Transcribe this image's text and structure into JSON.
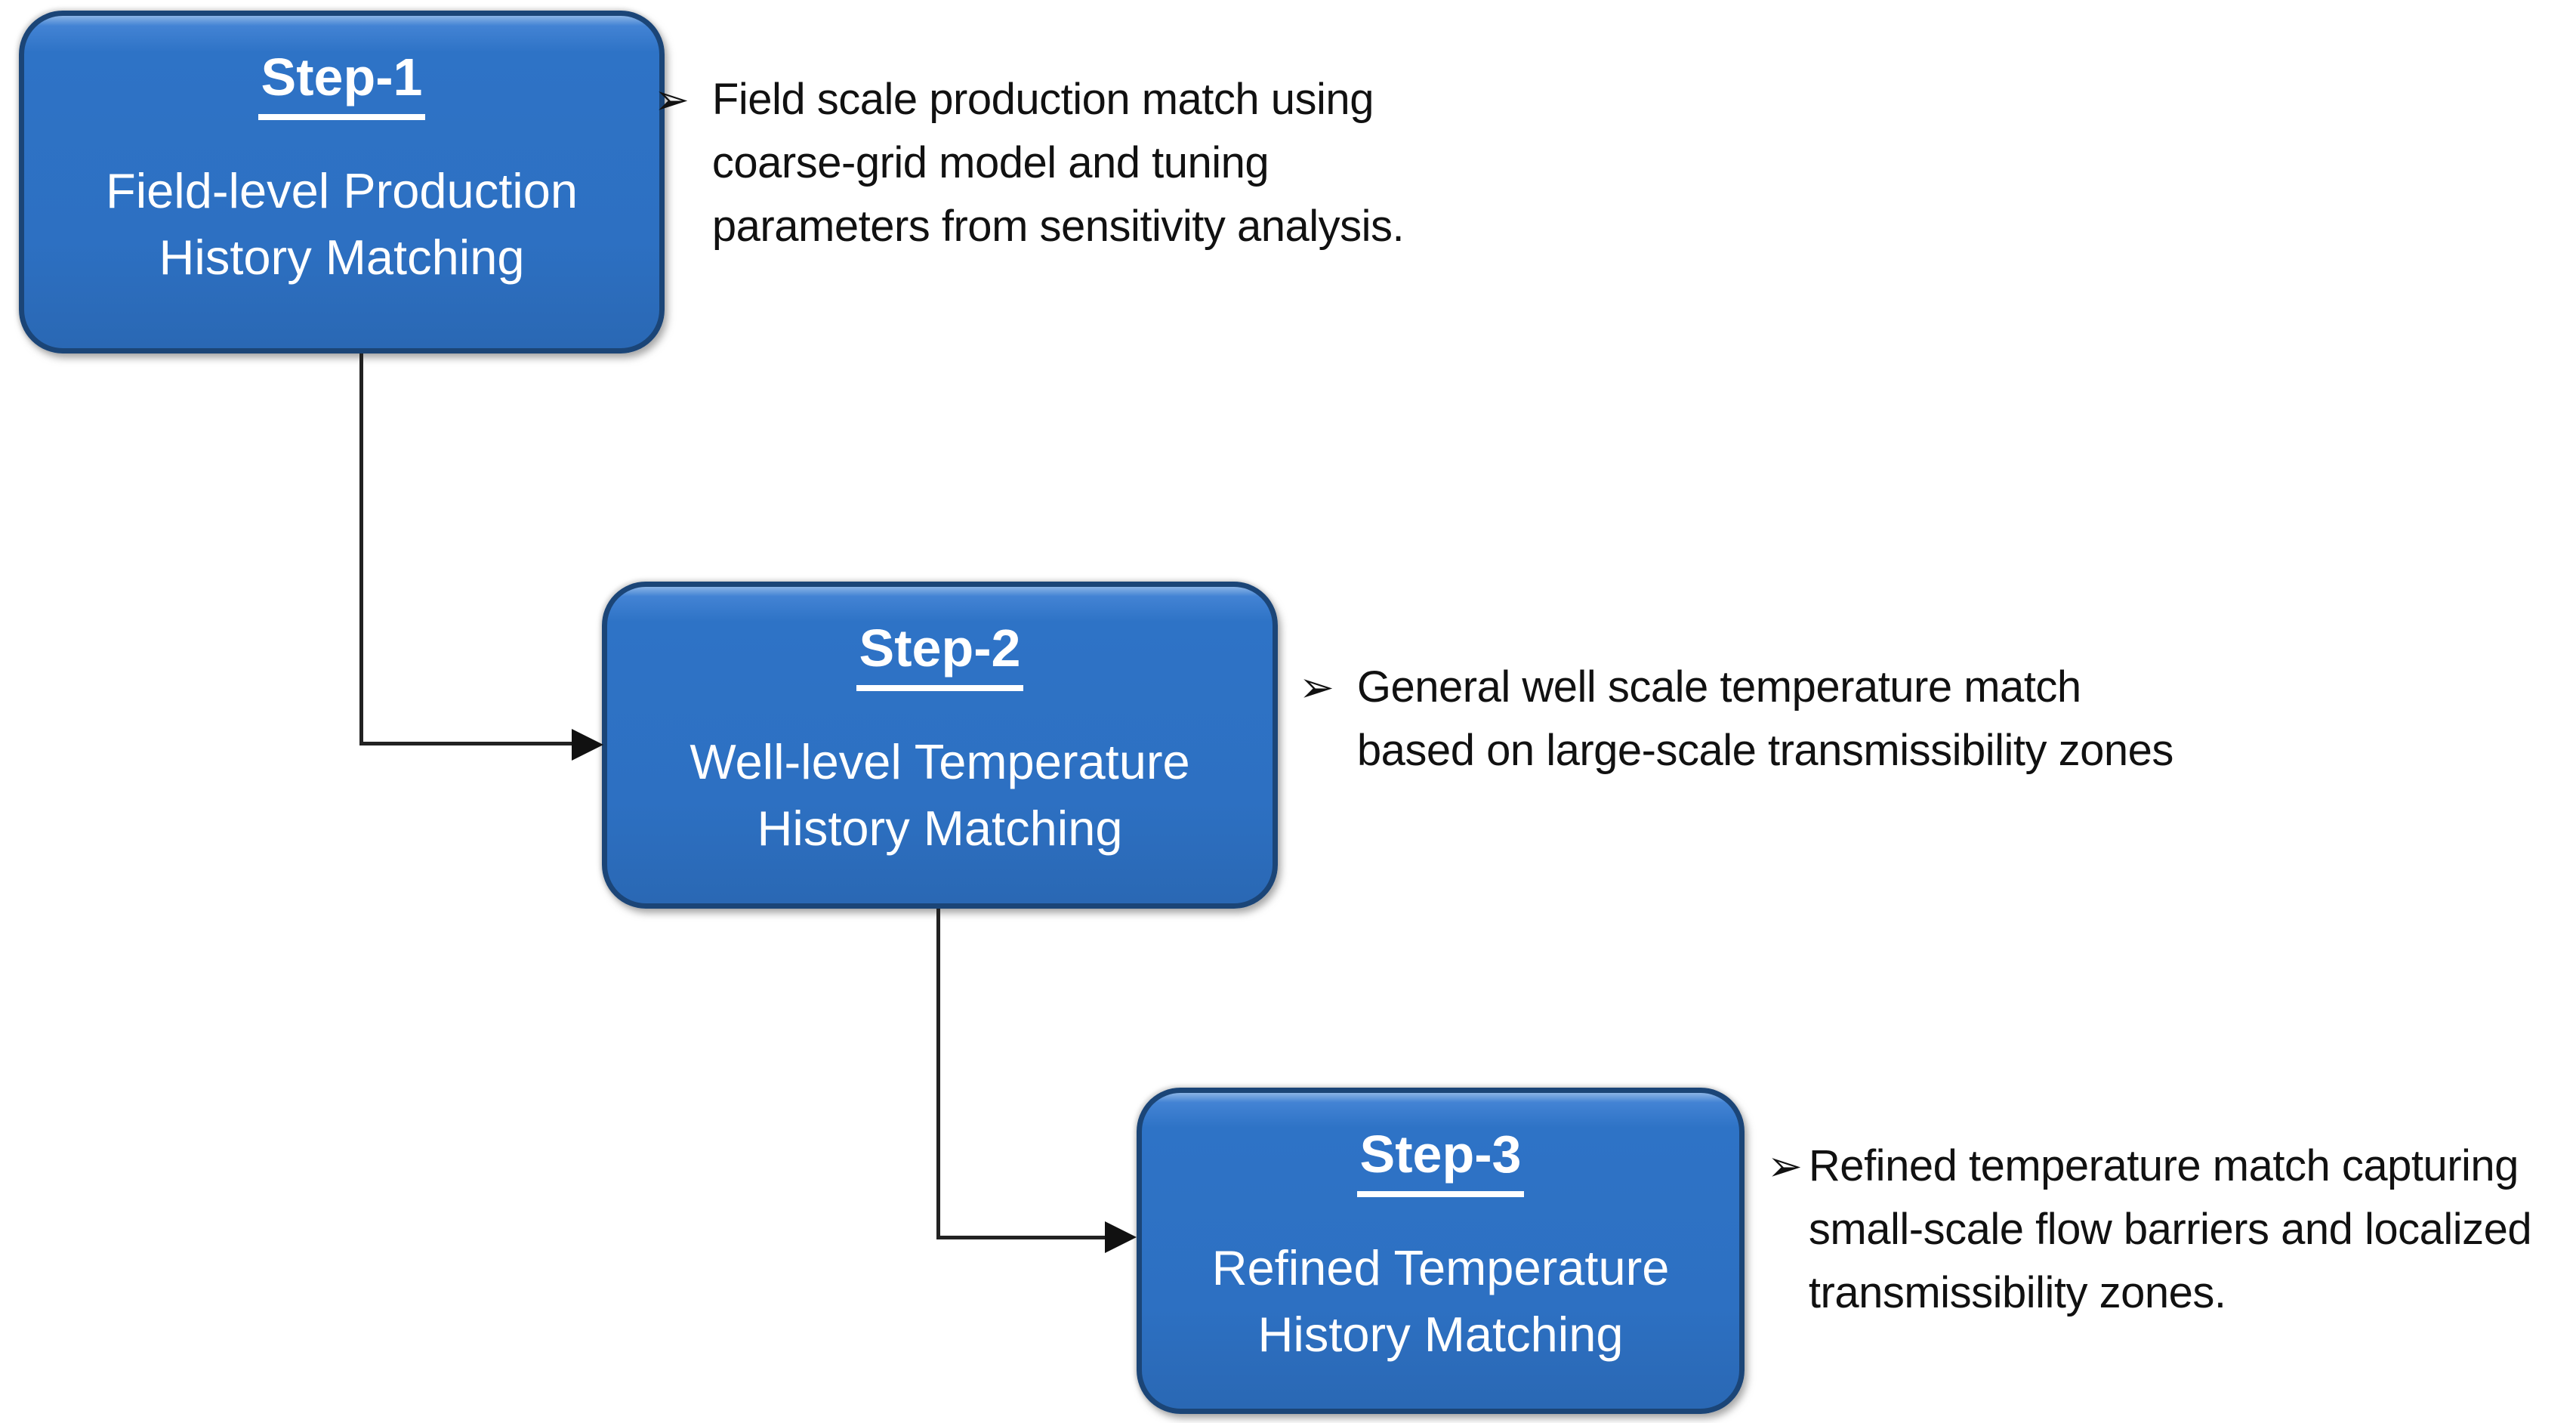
{
  "diagram": {
    "background": "#ffffff",
    "bullet_glyph": "➢",
    "colors": {
      "box_fill": "#2E73C4",
      "box_fill_highlight": "#6FA7E0",
      "box_border": "#1B4577",
      "box_text": "#FFFFFF",
      "note_text": "#111111",
      "connector": "#222222"
    },
    "steps": [
      {
        "heading": "Step-1",
        "title_line1": "Field-level Production",
        "title_line2": "History Matching",
        "notes": [
          "Field scale production match using",
          "coarse-grid model and tuning",
          "parameters from sensitivity analysis."
        ]
      },
      {
        "heading": "Step-2",
        "title_line1": "Well-level Temperature",
        "title_line2": "History Matching",
        "notes": [
          "General well scale temperature match",
          "based on large-scale transmissibility zones"
        ]
      },
      {
        "heading": "Step-3",
        "title_line1": "Refined Temperature",
        "title_line2": "History Matching",
        "notes": [
          "Refined temperature match capturing",
          "small-scale flow barriers and localized",
          "transmissibility zones."
        ]
      }
    ]
  }
}
